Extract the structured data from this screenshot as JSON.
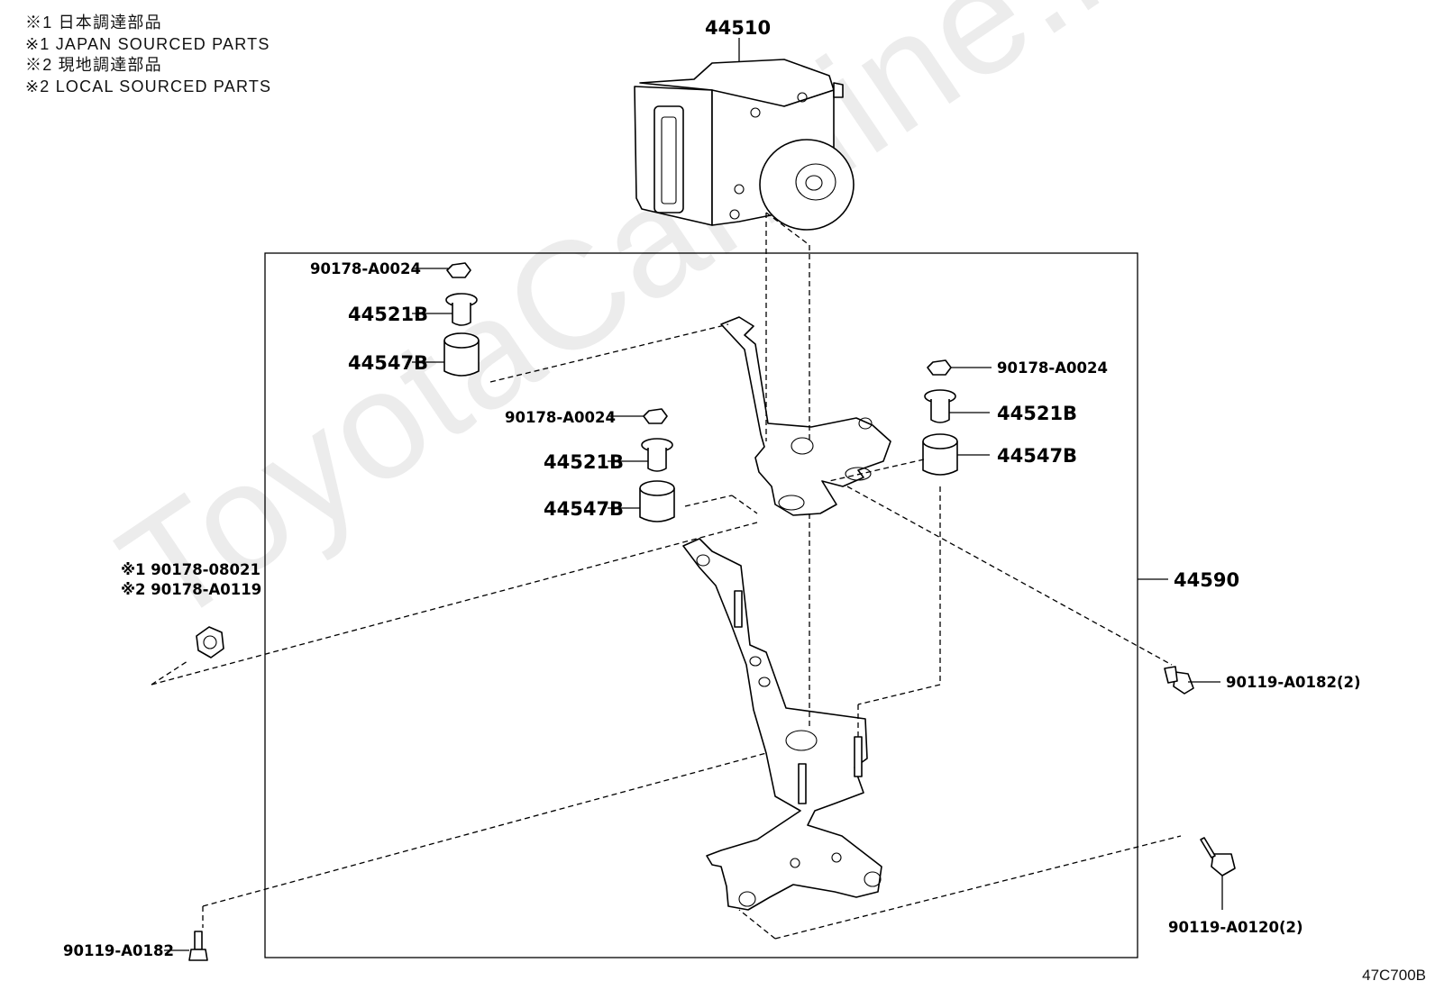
{
  "legend": {
    "line1": "※1 日本調達部品",
    "line2": "※1 JAPAN SOURCED PARTS",
    "line3": "※2 現地調達部品",
    "line4": "※2 LOCAL SOURCED PARTS"
  },
  "watermark": "ToyotaCarMine.ru",
  "figure_id": "47C700B",
  "parts": {
    "abs_actuator": "44510",
    "bracket_assembly": "44590",
    "nut_top_left": "90178-A0024",
    "cushion_a": "44521B",
    "spacer_a": "44547B",
    "nut_middle": "90178-A0024",
    "cushion_b": "44521B",
    "spacer_b": "44547B",
    "nut_right": "90178-A0024",
    "cushion_c": "44521B",
    "spacer_c": "44547B",
    "nut_japan": "※1 90178-08021",
    "nut_local": "※2 90178-A0119",
    "bolt_right": "90119-A0182(2)",
    "bolt_bottom_right": "90119-A0120(2)",
    "bolt_bottom_left": "90119-A0182"
  }
}
